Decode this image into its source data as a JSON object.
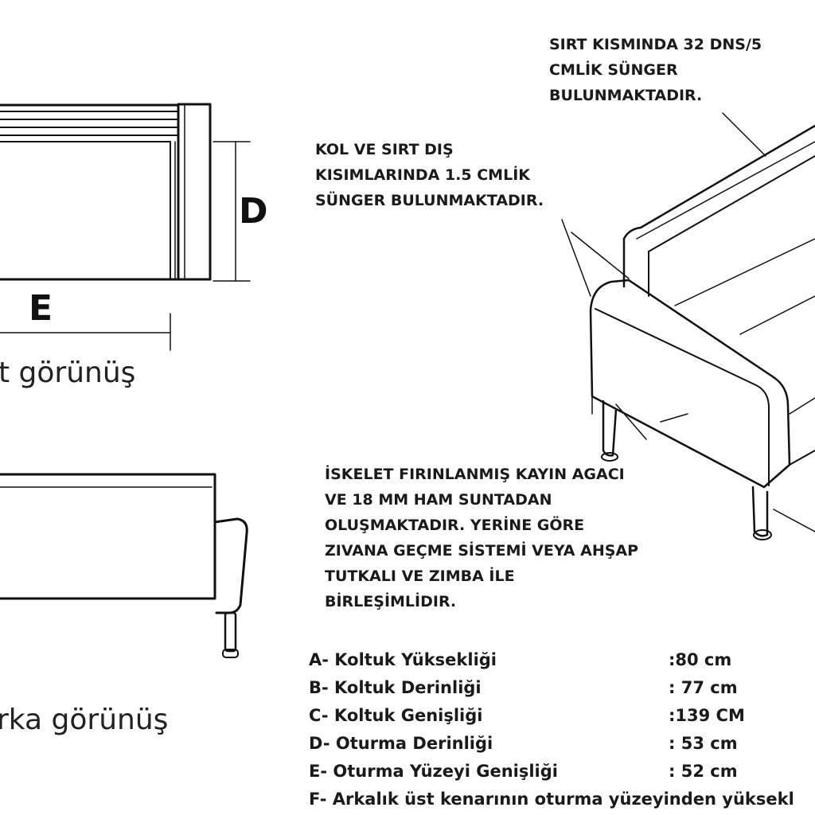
{
  "views": {
    "top_label": "t görünüş",
    "back_label": "rka görünüş",
    "dim_d": "D",
    "dim_e": "E"
  },
  "notes": {
    "back_foam": [
      "SIRT KISMINDA 32 DNS/5",
      "CMLİK SÜNGER",
      "BULUNMAKTADIR."
    ],
    "outer_foam": [
      "KOL VE SIRT DIŞ",
      "KISIMLARINDA 1.5 CMLİK",
      "SÜNGER BULUNMAKTADIR."
    ],
    "frame": [
      "İSKELET FIRINLANMIŞ KAYIN AGACI",
      "VE 18 MM HAM SUNTADAN",
      "OLUŞMAKTADIR. YERİNE GÖRE",
      "ZIVANA GEÇME SİSTEMİ VEYA AHŞAP",
      "TUTKALI VE ZIMBA İLE",
      "BİRLEŞİMLİDIR."
    ]
  },
  "specs": [
    {
      "label": "A- Koltuk Yüksekliği",
      "value": ":80 cm"
    },
    {
      "label": "B- Koltuk Derinliği",
      "value": ": 77 cm"
    },
    {
      "label": "C- Koltuk Genişliği",
      "value": ":139 CM"
    },
    {
      "label": "D- Oturma Derinliği",
      "value": ": 53 cm"
    },
    {
      "label": "E- Oturma Yüzeyi Genişliği",
      "value": ": 52 cm"
    },
    {
      "label": "F- Arkalık üst kenarının oturma yüzeyinden yüksekl",
      "value": ""
    }
  ]
}
